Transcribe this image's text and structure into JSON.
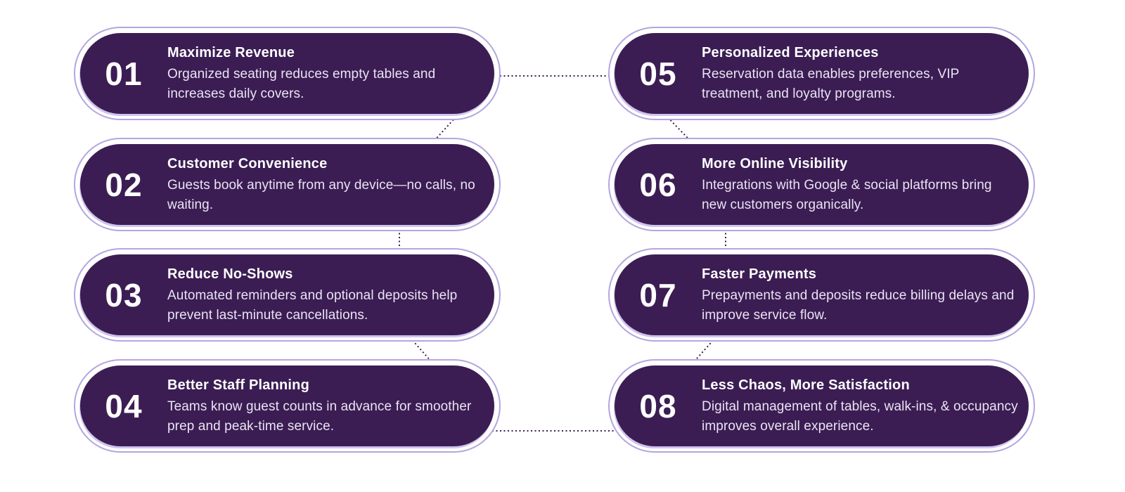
{
  "theme": {
    "background": "#ffffff",
    "card_fill": "#3b1d53",
    "ring_color": "#b5a5e0",
    "shadow_color": "#cfc4ee",
    "title_color": "#ffffff",
    "body_color": "#eae4f4",
    "connector_color": "#3b1d53"
  },
  "cards": [
    {
      "number": "01",
      "title": "Maximize Revenue",
      "description": "Organized seating reduces empty tables and increases daily covers."
    },
    {
      "number": "02",
      "title": "Customer Convenience",
      "description": "Guests book anytime from any device—no calls, no waiting."
    },
    {
      "number": "03",
      "title": "Reduce No-Shows",
      "description": "Automated reminders and optional deposits help prevent last-minute cancellations."
    },
    {
      "number": "04",
      "title": "Better Staff Planning",
      "description": "Teams know guest counts in advance for smoother prep and peak-time service."
    },
    {
      "number": "05",
      "title": "Personalized Experiences",
      "description": "Reservation data enables preferences, VIP treatment, and loyalty programs."
    },
    {
      "number": "06",
      "title": "More Online Visibility",
      "description": "Integrations with Google & social platforms bring new customers organically."
    },
    {
      "number": "07",
      "title": "Faster Payments",
      "description": "Prepayments and deposits reduce billing delays and improve service flow."
    },
    {
      "number": "08",
      "title": "Less Chaos, More Satisfaction",
      "description": "Digital management of tables, walk-ins, & occupancy improves overall experience."
    }
  ]
}
